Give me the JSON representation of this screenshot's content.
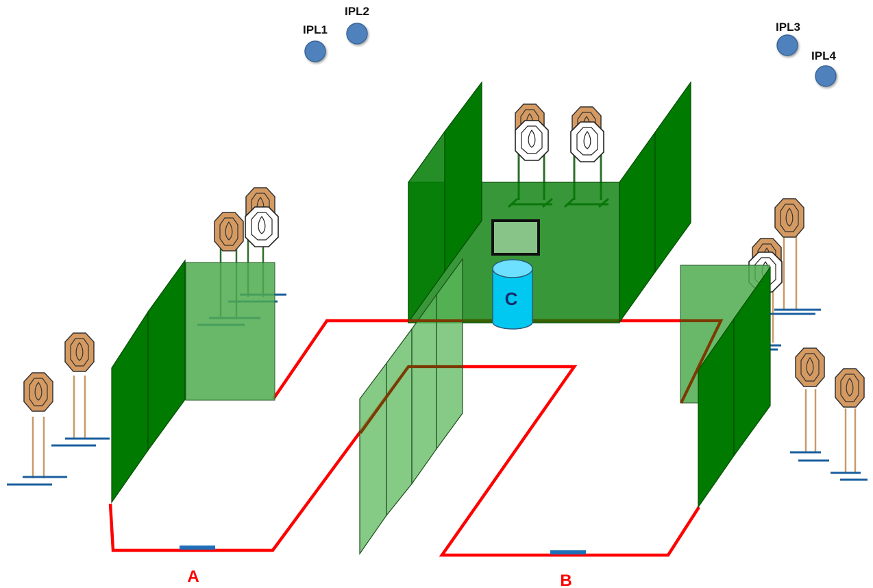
{
  "plates": [
    {
      "id": "ipl1",
      "label": "IPL1"
    },
    {
      "id": "ipl2",
      "label": "IPL2"
    },
    {
      "id": "ipl3",
      "label": "IPL3"
    },
    {
      "id": "ipl4",
      "label": "IPL4"
    }
  ],
  "zones": {
    "a": "A",
    "b": "B"
  },
  "barrel": {
    "label": "C"
  },
  "colors": {
    "fault_line": "#ff0000",
    "wall_dark": "#007a00",
    "wall_translucent": "#4faa4f",
    "target_paper": "#d49a62",
    "target_noshoot": "#ffffff",
    "stand": "#1a5e9e",
    "plate": "#4f81bd",
    "barrel": "#00c8f0",
    "window": "#88c488",
    "shooting_box": "#1f6fb8"
  },
  "icons": {
    "plate": "steel-plate-icon",
    "paper_target": "ipsc-target-icon",
    "noshoot": "noshoot-target-icon",
    "barrel": "barrel-icon"
  }
}
